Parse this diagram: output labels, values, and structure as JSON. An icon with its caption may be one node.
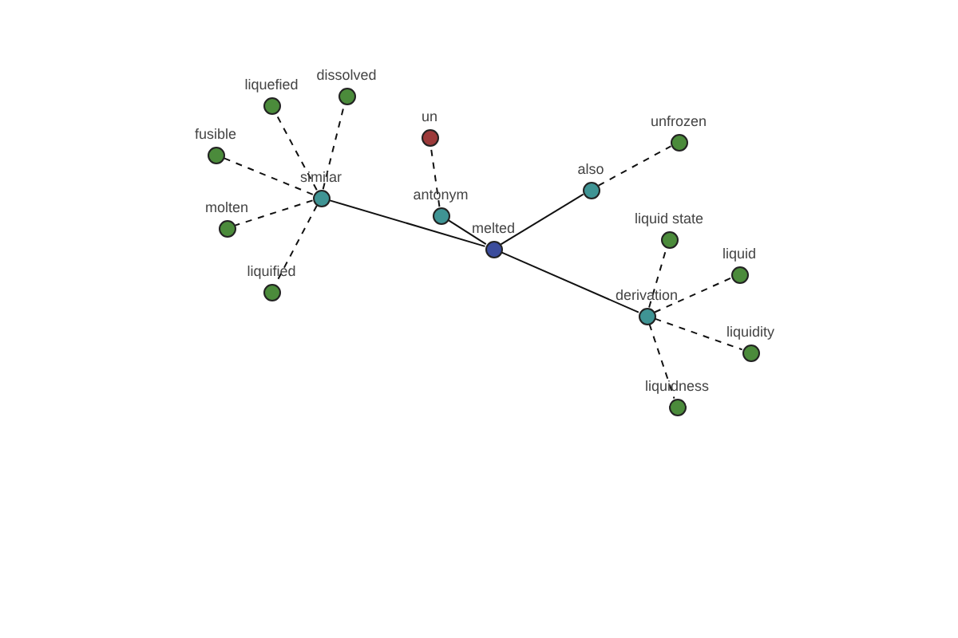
{
  "diagram": {
    "nodes": [
      {
        "text": [
          "melted"
        ]
      },
      {
        "text": [
          "similar"
        ]
      },
      {
        "text": [
          "antonym"
        ]
      },
      {
        "text": [
          "also"
        ]
      },
      {
        "text": [
          "derivation"
        ]
      },
      {
        "text": [
          "un"
        ]
      },
      {
        "text": [
          "unfrozen"
        ]
      },
      {
        "text": [
          "liquefied"
        ]
      },
      {
        "text": [
          "dissolved"
        ]
      },
      {
        "text": [
          "fusible"
        ]
      },
      {
        "text": [
          "molten"
        ]
      },
      {
        "text": [
          "liquified"
        ]
      },
      {
        "text": [
          "liquid state"
        ]
      },
      {
        "text": [
          "liquid"
        ]
      },
      {
        "text": [
          "liquidity"
        ]
      },
      {
        "text": [
          "liquidness"
        ]
      }
    ],
    "edges": [
      {
        "from": 0,
        "to": 1,
        "arrow": "none"
      },
      {
        "from": 0,
        "to": 2,
        "arrow": "none"
      },
      {
        "from": 0,
        "to": 3,
        "arrow": "none"
      },
      {
        "from": 0,
        "to": 4,
        "arrow": "none"
      },
      {
        "from": 2,
        "to": 5,
        "arrow": "none",
        "style": "dashed"
      },
      {
        "from": 3,
        "to": 6,
        "arrow": "none",
        "style": "dashed"
      },
      {
        "from": 1,
        "to": 7,
        "arrow": "none",
        "style": "dashed"
      },
      {
        "from": 1,
        "to": 8,
        "arrow": "none",
        "style": "dashed"
      },
      {
        "from": 1,
        "to": 9,
        "arrow": "none",
        "style": "dashed"
      },
      {
        "from": 1,
        "to": 10,
        "arrow": "none",
        "style": "dashed"
      },
      {
        "from": 1,
        "to": 11,
        "arrow": "none",
        "style": "dashed"
      },
      {
        "from": 4,
        "to": 12,
        "arrow": "none",
        "style": "dashed"
      },
      {
        "from": 4,
        "to": 13,
        "arrow": "none",
        "style": "dashed"
      },
      {
        "from": 4,
        "to": 14,
        "arrow": "none",
        "style": "dashed"
      },
      {
        "from": 4,
        "to": 15,
        "arrow": "none",
        "style": "dashed"
      }
    ]
  }
}
